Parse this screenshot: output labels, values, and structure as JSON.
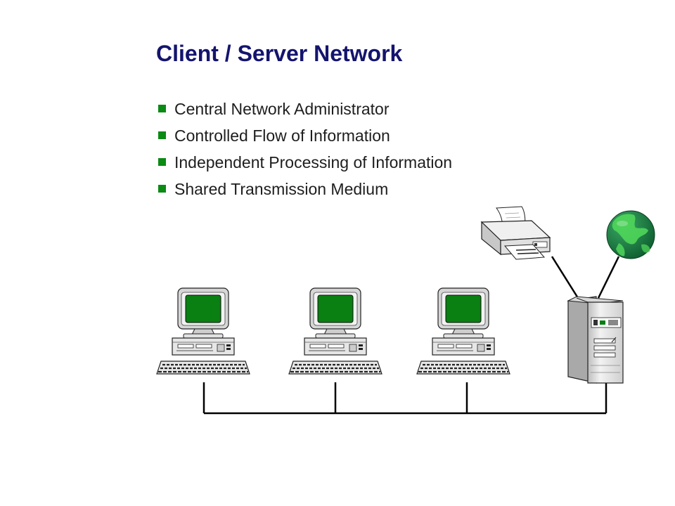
{
  "slide": {
    "title": "Client / Server Network",
    "bullets": [
      "Central Network Administrator",
      "Controlled Flow of Information",
      "Independent Processing of Information",
      "Shared Transmission Medium"
    ]
  },
  "diagram": {
    "nodes": [
      {
        "id": "client-1",
        "kind": "workstation",
        "icon": "desktop-computer-icon"
      },
      {
        "id": "client-2",
        "kind": "workstation",
        "icon": "desktop-computer-icon"
      },
      {
        "id": "client-3",
        "kind": "workstation",
        "icon": "desktop-computer-icon"
      },
      {
        "id": "server",
        "kind": "tower-server",
        "icon": "server-tower-icon"
      },
      {
        "id": "printer",
        "kind": "printer",
        "icon": "printer-icon"
      },
      {
        "id": "internet",
        "kind": "globe",
        "icon": "globe-icon"
      }
    ],
    "links": [
      [
        "client-1",
        "bus"
      ],
      [
        "client-2",
        "bus"
      ],
      [
        "client-3",
        "bus"
      ],
      [
        "server",
        "bus"
      ],
      [
        "server",
        "printer"
      ],
      [
        "server",
        "internet"
      ]
    ]
  },
  "colors": {
    "title": "#14146e",
    "bullet": "#0b8a14",
    "screen": "#0a7f12",
    "globe_ocean": "#0f7a3c",
    "globe_land": "#3fcf4a",
    "cable": "#000000",
    "device_body": "#e4e4e4"
  }
}
